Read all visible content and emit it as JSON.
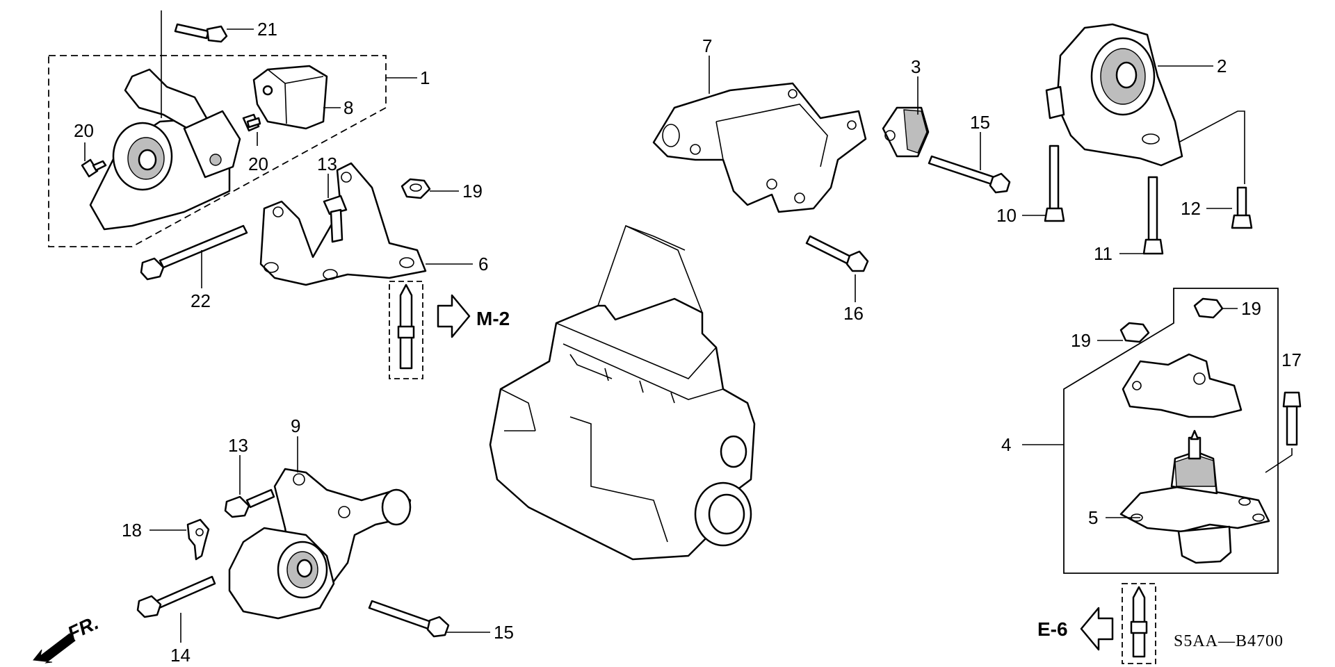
{
  "callouts": [
    "1",
    "2",
    "3",
    "4",
    "5",
    "6",
    "7",
    "8",
    "9",
    "10",
    "11",
    "12",
    "13",
    "13",
    "14",
    "15",
    "15",
    "16",
    "17",
    "18",
    "19",
    "19",
    "19",
    "20",
    "20",
    "21",
    "22"
  ],
  "references": {
    "ref_a": "M-2",
    "ref_b": "E-6",
    "front_marker": "FR."
  },
  "diagram_code": "S5AA—B4700"
}
